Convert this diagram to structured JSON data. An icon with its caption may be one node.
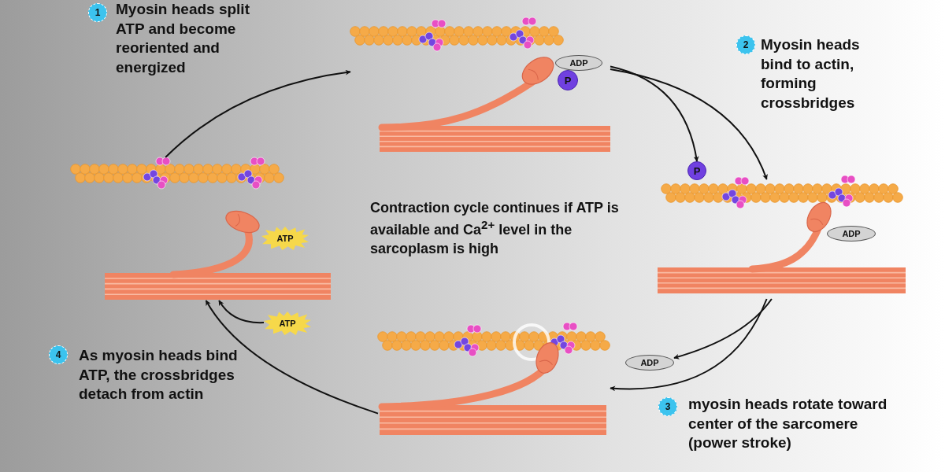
{
  "diagram": {
    "nodes": [
      {
        "text": [],
        "shape": "picture"
      },
      {
        "text": [],
        "shape": "picture"
      },
      {
        "text": [],
        "shape": "picture"
      },
      {
        "text": [],
        "shape": "picture"
      },
      {
        "text": [
          "P"
        ]
      },
      {
        "text": [
          "ADP"
        ]
      },
      {
        "text": [
          "ATP"
        ]
      }
    ],
    "edges": [
      {
        "from": 3,
        "to": 0,
        "arrow": "to"
      },
      {
        "from": 0,
        "to": 4,
        "arrow": "to"
      },
      {
        "from": 0,
        "to": 1,
        "arrow": "to"
      },
      {
        "from": 1,
        "to": 5,
        "arrow": "to"
      },
      {
        "from": 1,
        "to": 2,
        "arrow": "to"
      },
      {
        "from": 2,
        "to": 3,
        "arrow": "to"
      },
      {
        "from": 6,
        "to": 3,
        "arrow": "to"
      }
    ],
    "labels": [
      "1",
      "Myosin heads split ATP and become reoriented and energized",
      "ADP",
      "P",
      "2",
      "Myosin heads bind to actin, forming crossbridges",
      "ADP",
      "Contraction cycle continues if ATP is available and Ca$^{2+}$ level in the sarcoplasm is high",
      "ATP",
      "4",
      "As myosin heads bind ATP, the crossbridges detach from actin",
      "3",
      "myosin heads rotate toward center of the sarcomere (power stroke)"
    ]
  }
}
